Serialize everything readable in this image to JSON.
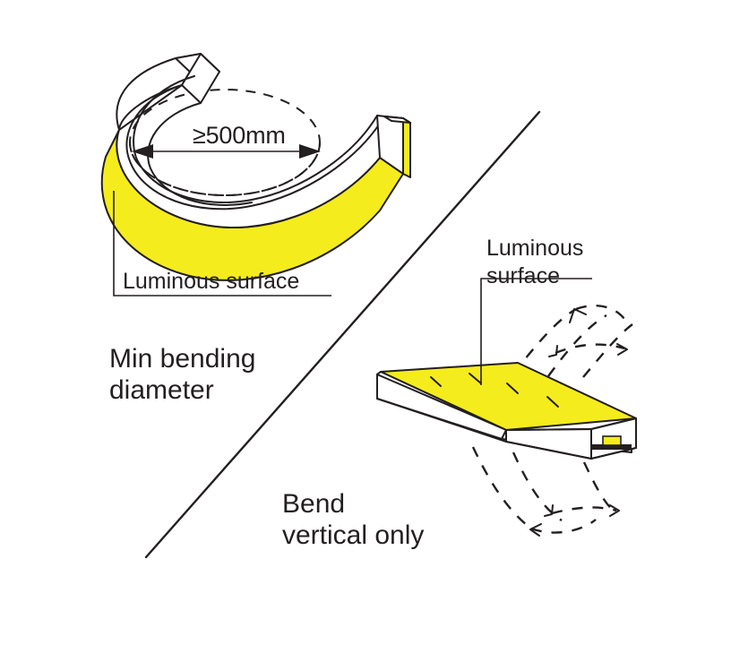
{
  "figure": {
    "title": "LED neon flex bending instructions",
    "background_color": "#ffffff",
    "line_color": "#231f20",
    "luminous_color": "#F5EC1D"
  },
  "left_panel": {
    "name": "min-bending-diameter-illustration",
    "dimension_label": "≥500mm",
    "surface_label": "Luminous surface",
    "caption_line1": "Min bending",
    "caption_line2": "diameter"
  },
  "right_panel": {
    "name": "bend-vertical-only-illustration",
    "surface_label_line1": "Luminous",
    "surface_label_line2": "surface",
    "caption_line1": "Bend",
    "caption_line2": "vertical only"
  },
  "icons": {
    "divider": "diagonal-divider-line",
    "dimension_arrow": "double-headed-arrow-icon",
    "bend_up_arrow": "dashed-bend-up-arrow-icon",
    "bend_down_arrow": "dashed-bend-down-arrow-icon",
    "led_chip": "led-chip-icon"
  }
}
